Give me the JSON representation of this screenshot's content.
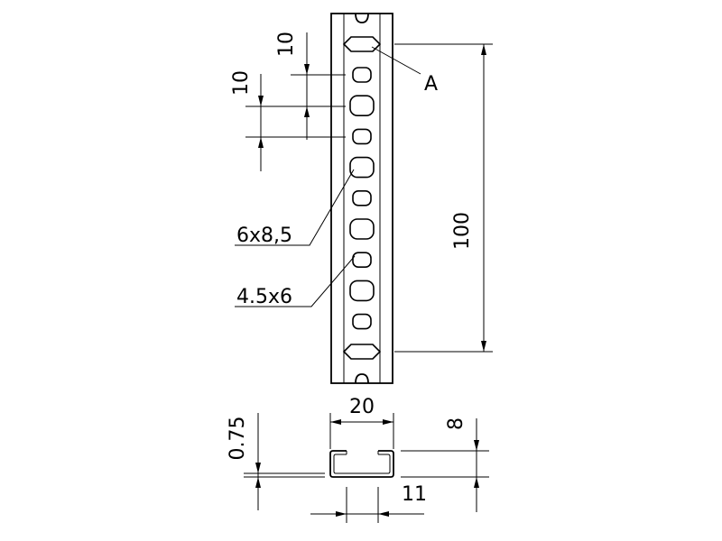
{
  "labels": {
    "top_pitch": "10",
    "side_pitch": "10",
    "detail_ref": "A",
    "large_slot": "6x8,5",
    "small_slot": "4.5x6",
    "length": "100",
    "width": "20",
    "thickness": "0.75",
    "height": "8",
    "opening": "11"
  }
}
